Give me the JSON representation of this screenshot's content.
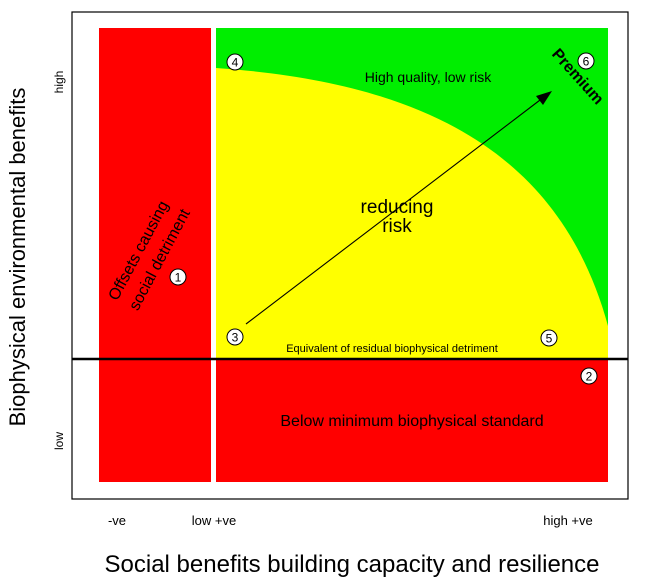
{
  "axes": {
    "y_title": "Biophysical environmental benefits",
    "x_title": "Social benefits building capacity and resilience",
    "y_ticks": {
      "high": "high",
      "low": "low"
    },
    "x_ticks": {
      "neg": "-ve",
      "low_pos": "low +ve",
      "high_pos": "high +ve"
    }
  },
  "zones": {
    "green": "High quality, low risk",
    "yellow_line1": "reducing",
    "yellow_line2": "risk",
    "red_left_line1": "Offsets causing",
    "red_left_line2": "social detriment",
    "red_bottom": "Below minimum biophysical standard",
    "threshold": "Equivalent of residual biophysical detriment",
    "arrow_label": "Premium"
  },
  "markers": [
    "1",
    "2",
    "3",
    "4",
    "5",
    "6"
  ],
  "colors": {
    "red": "#ff0000",
    "yellow": "#ffff00",
    "green": "#00ee00",
    "black": "#000000",
    "white": "#ffffff"
  }
}
